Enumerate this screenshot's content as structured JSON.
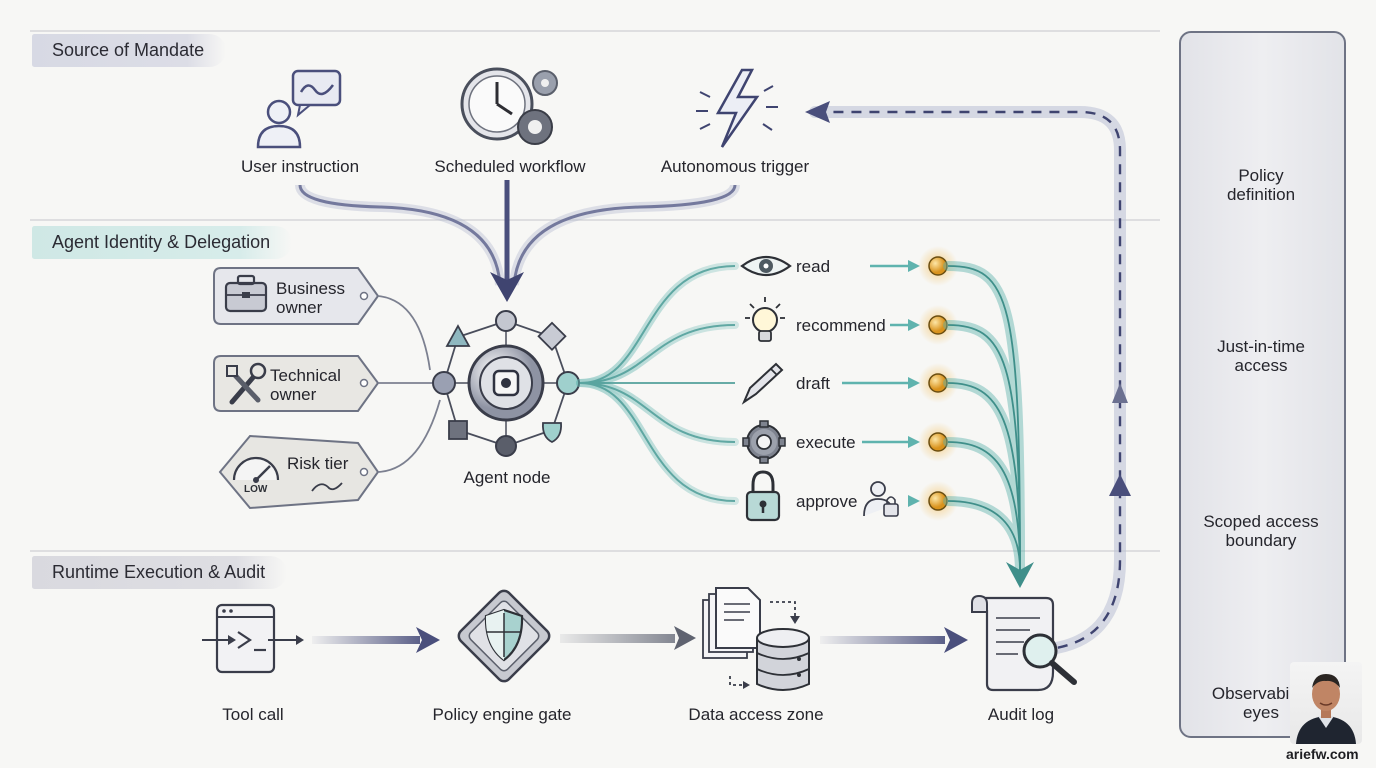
{
  "sections": {
    "mandate": "Source of Mandate",
    "identity": "Agent Identity & Delegation",
    "runtime": "Runtime Execution & Audit"
  },
  "mandate_sources": {
    "user": "User instruction",
    "scheduled": "Scheduled workflow",
    "autonomous": "Autonomous trigger"
  },
  "owners": {
    "business": [
      "Business",
      "owner"
    ],
    "technical": [
      "Technical",
      "owner"
    ],
    "risk": "Risk tier",
    "risk_gauge": "LOW"
  },
  "agent_node": "Agent node",
  "actions": [
    "read",
    "recommend",
    "draft",
    "execute",
    "approve"
  ],
  "runtime": {
    "tool_call": "Tool call",
    "policy_gate": "Policy engine gate",
    "data_zone": "Data access zone",
    "audit_log": "Audit log"
  },
  "sidebar": [
    [
      "Policy",
      "definition"
    ],
    [
      "Just-in-time",
      "access"
    ],
    [
      "Scoped access",
      "boundary"
    ],
    [
      "Observability",
      "eyes"
    ]
  ],
  "brand": "ariefw.com",
  "colors": {
    "navy": "#4a4f7c",
    "teal": "#5fb3ae",
    "gold": "#e3a534",
    "gray": "#6f7380"
  }
}
